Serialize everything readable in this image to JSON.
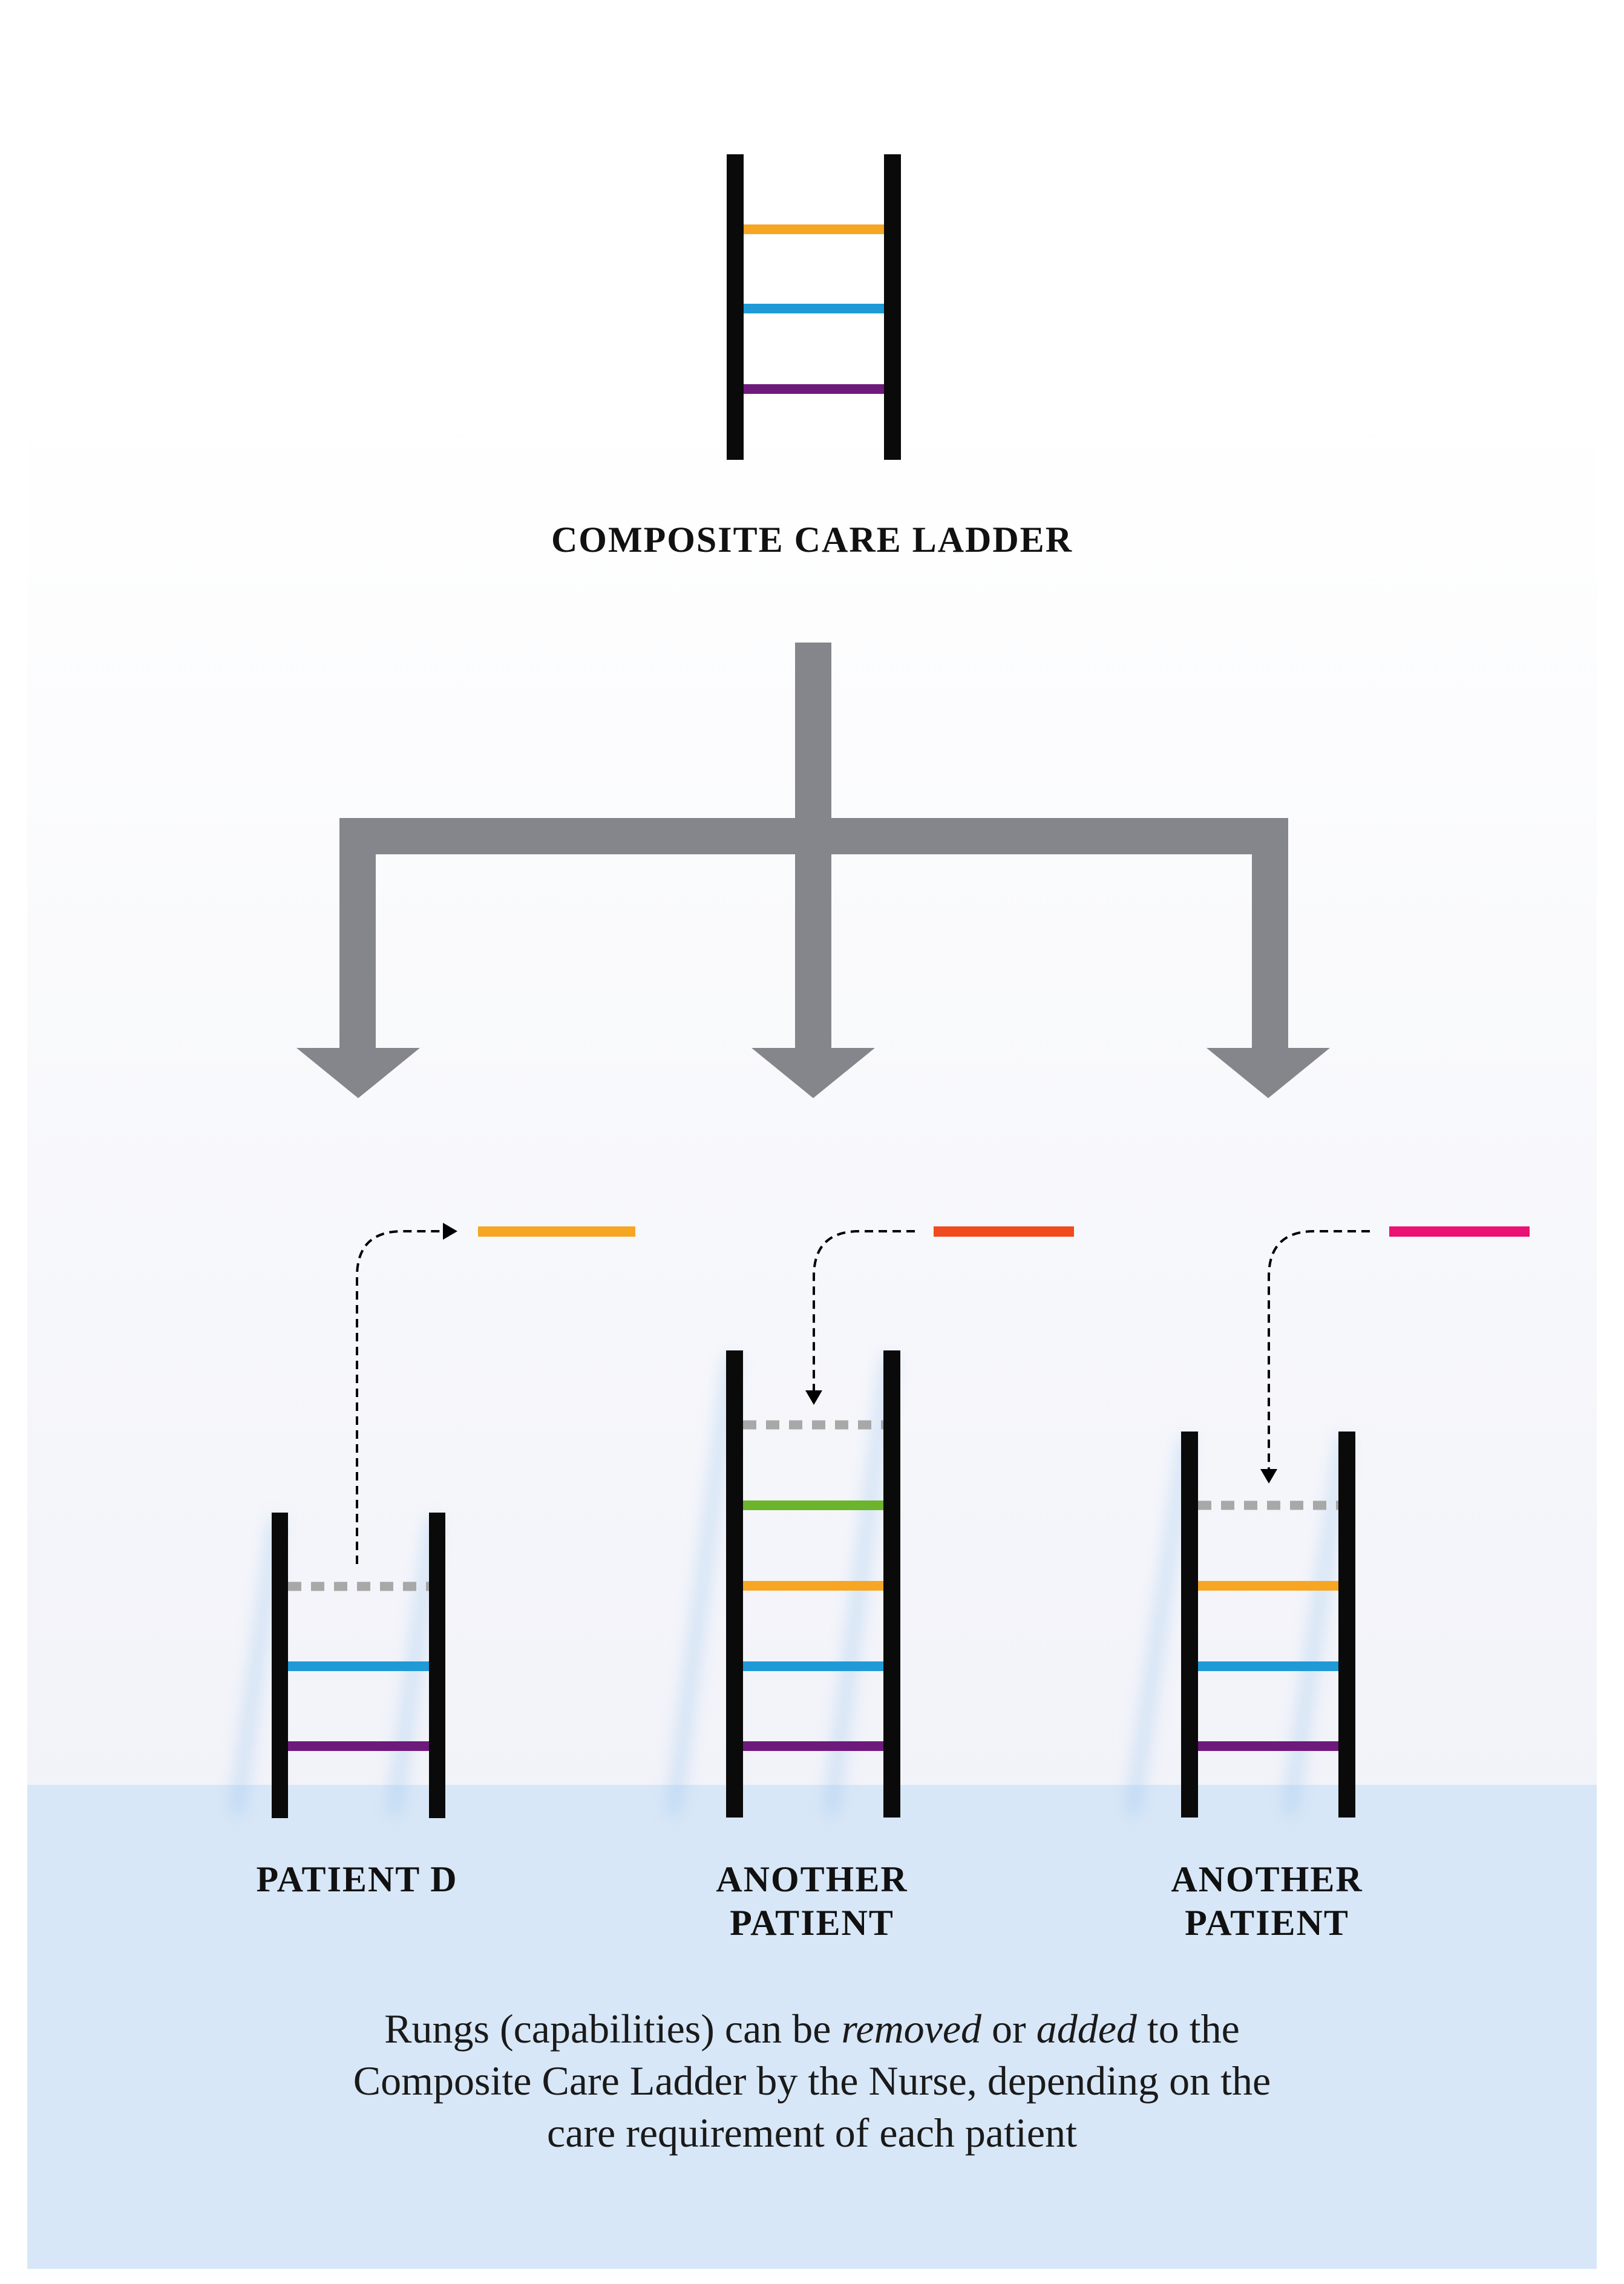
{
  "title": "COMPOSITE CARE LADDER",
  "patients": [
    {
      "label_lines": [
        "PATIENT D"
      ],
      "action": "removed"
    },
    {
      "label_lines": [
        "ANOTHER",
        "PATIENT"
      ],
      "action": "added"
    },
    {
      "label_lines": [
        "ANOTHER",
        "PATIENT"
      ],
      "action": "added"
    }
  ],
  "caption": {
    "line1_part1": "Rungs (capabilities) can be ",
    "line1_em1": "removed",
    "line1_part2": " or ",
    "line1_em2": "added",
    "line1_part3": " to the",
    "line2": "Composite Care Ladder by the Nurse, depending on the",
    "line3": "care requirement of each patient"
  },
  "colors": {
    "background_top": "#ffffff",
    "background_mid": "#f2f3f9",
    "background_bottom": "#d8e7f7",
    "ladder_rail": "#0a0a0a",
    "arrow_gray": "#85868b",
    "placeholder_rung": "#a8a8a8",
    "rung_orange": "#f6a623",
    "rung_blue": "#1f9ad6",
    "rung_purple": "#6e1a7c",
    "rung_green": "#6cb42c",
    "rung_red_orange": "#f04a1e",
    "rung_magenta": "#ea1272"
  }
}
